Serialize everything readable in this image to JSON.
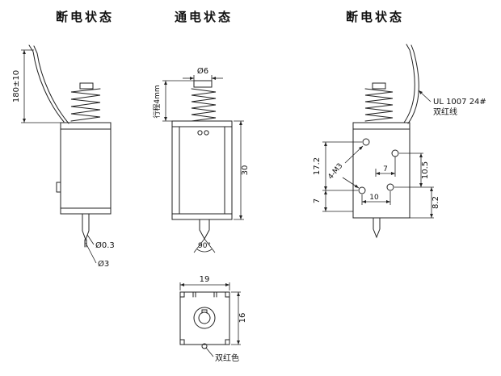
{
  "headers": {
    "left": "断电状态",
    "middle": "通电状态",
    "right": "断电状态"
  },
  "left_view": {
    "dim_height": "180±10",
    "dim_pin_small": "Ø0.3",
    "dim_pin": "Ø3"
  },
  "middle_view": {
    "dim_top_dia": "Ø6",
    "dim_stroke": "行程4mm",
    "dim_body_height": "30",
    "dim_tip_angle": "90°"
  },
  "bottom_view": {
    "dim_width": "19",
    "dim_depth": "16",
    "wire_color_label": "双红色"
  },
  "right_view": {
    "wire_spec": "UL 1007 24#",
    "wire_note": "双红线",
    "dim_hole_pitch_v": "17.2",
    "dim_edge_bottom": "7",
    "thread_label": "4-M3",
    "dim_hole_pitch_h": "7",
    "dim_hole_pitch_h2": "10",
    "dim_right_v1": "10.5",
    "dim_right_v2": "8.2"
  }
}
